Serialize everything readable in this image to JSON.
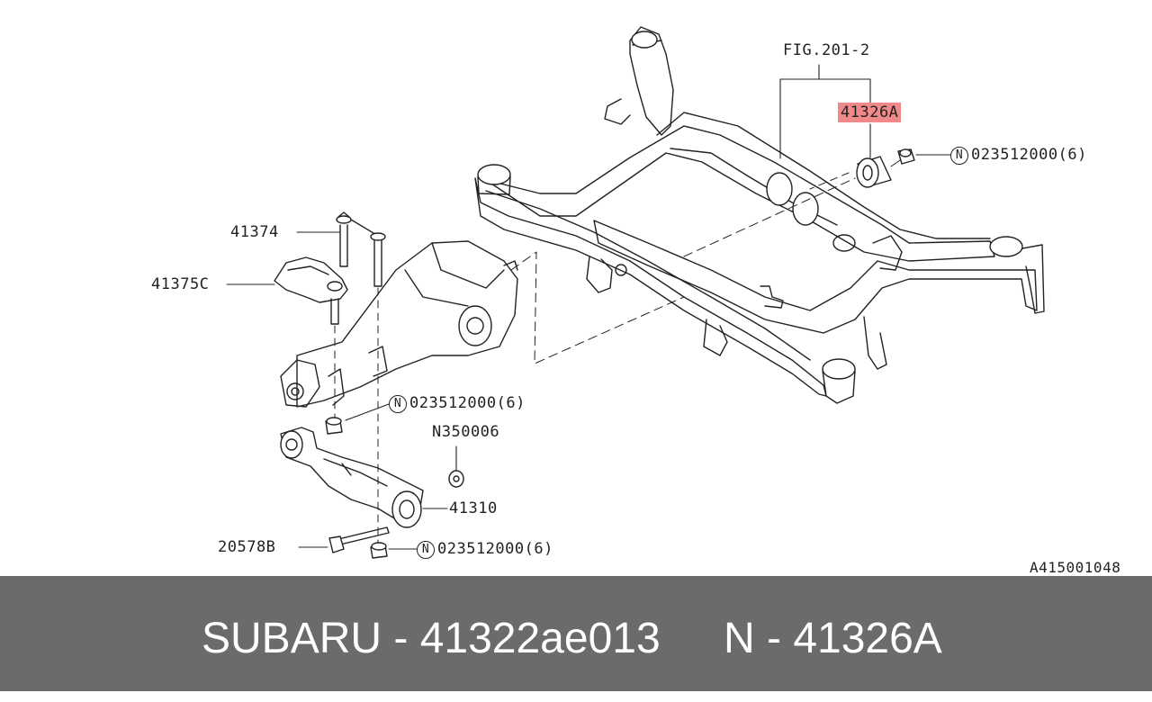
{
  "diagram": {
    "ref_fig": "FIG.201-2",
    "highlight_part": "41326A",
    "labels": {
      "p41374": "41374",
      "p41375c": "41375C",
      "p41310": "41310",
      "p20578b": "20578B",
      "n350006": "N350006",
      "nut_top": "023512000(6)",
      "nut_mid": "023512000(6)",
      "nut_bottom": "023512000(6)"
    },
    "circled_prefix": "N",
    "drawing_code": "A415001048"
  },
  "footer": {
    "brand_part": "SUBARU - 41322ae013",
    "oem_part": "N - 41326A"
  },
  "colors": {
    "highlight": "#f08a8a",
    "footer_bg": "#6b6b6b",
    "footer_text": "#ffffff",
    "line": "#222222"
  }
}
